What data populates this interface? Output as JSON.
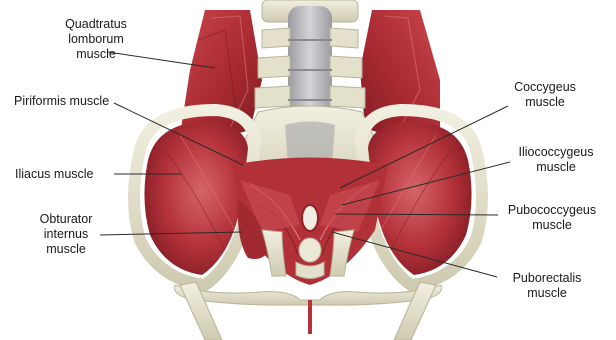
{
  "labels": {
    "quadratus": [
      "Quadtratus",
      "lomborum",
      "muscle"
    ],
    "piriformis": [
      "Piriformis muscle"
    ],
    "iliacus": [
      "Iliacus muscle"
    ],
    "obturator": [
      "Obturator",
      "internus",
      "muscle"
    ],
    "coccygeus": [
      "Coccygeus",
      "muscle"
    ],
    "iliococcygeus": [
      "Iliococcygeus",
      "muscle"
    ],
    "pubococcygeus": [
      "Pubococcygeus",
      "muscle"
    ],
    "puborectalis": [
      "Puborectalis",
      "muscle"
    ]
  },
  "colors": {
    "muscle": "#b5323a",
    "muscle_dark": "#7e1c22",
    "muscle_light": "#d4656a",
    "bone": "#e9e7d6",
    "bone_shade": "#c9c6ad",
    "leader": "#2a2a2a"
  }
}
